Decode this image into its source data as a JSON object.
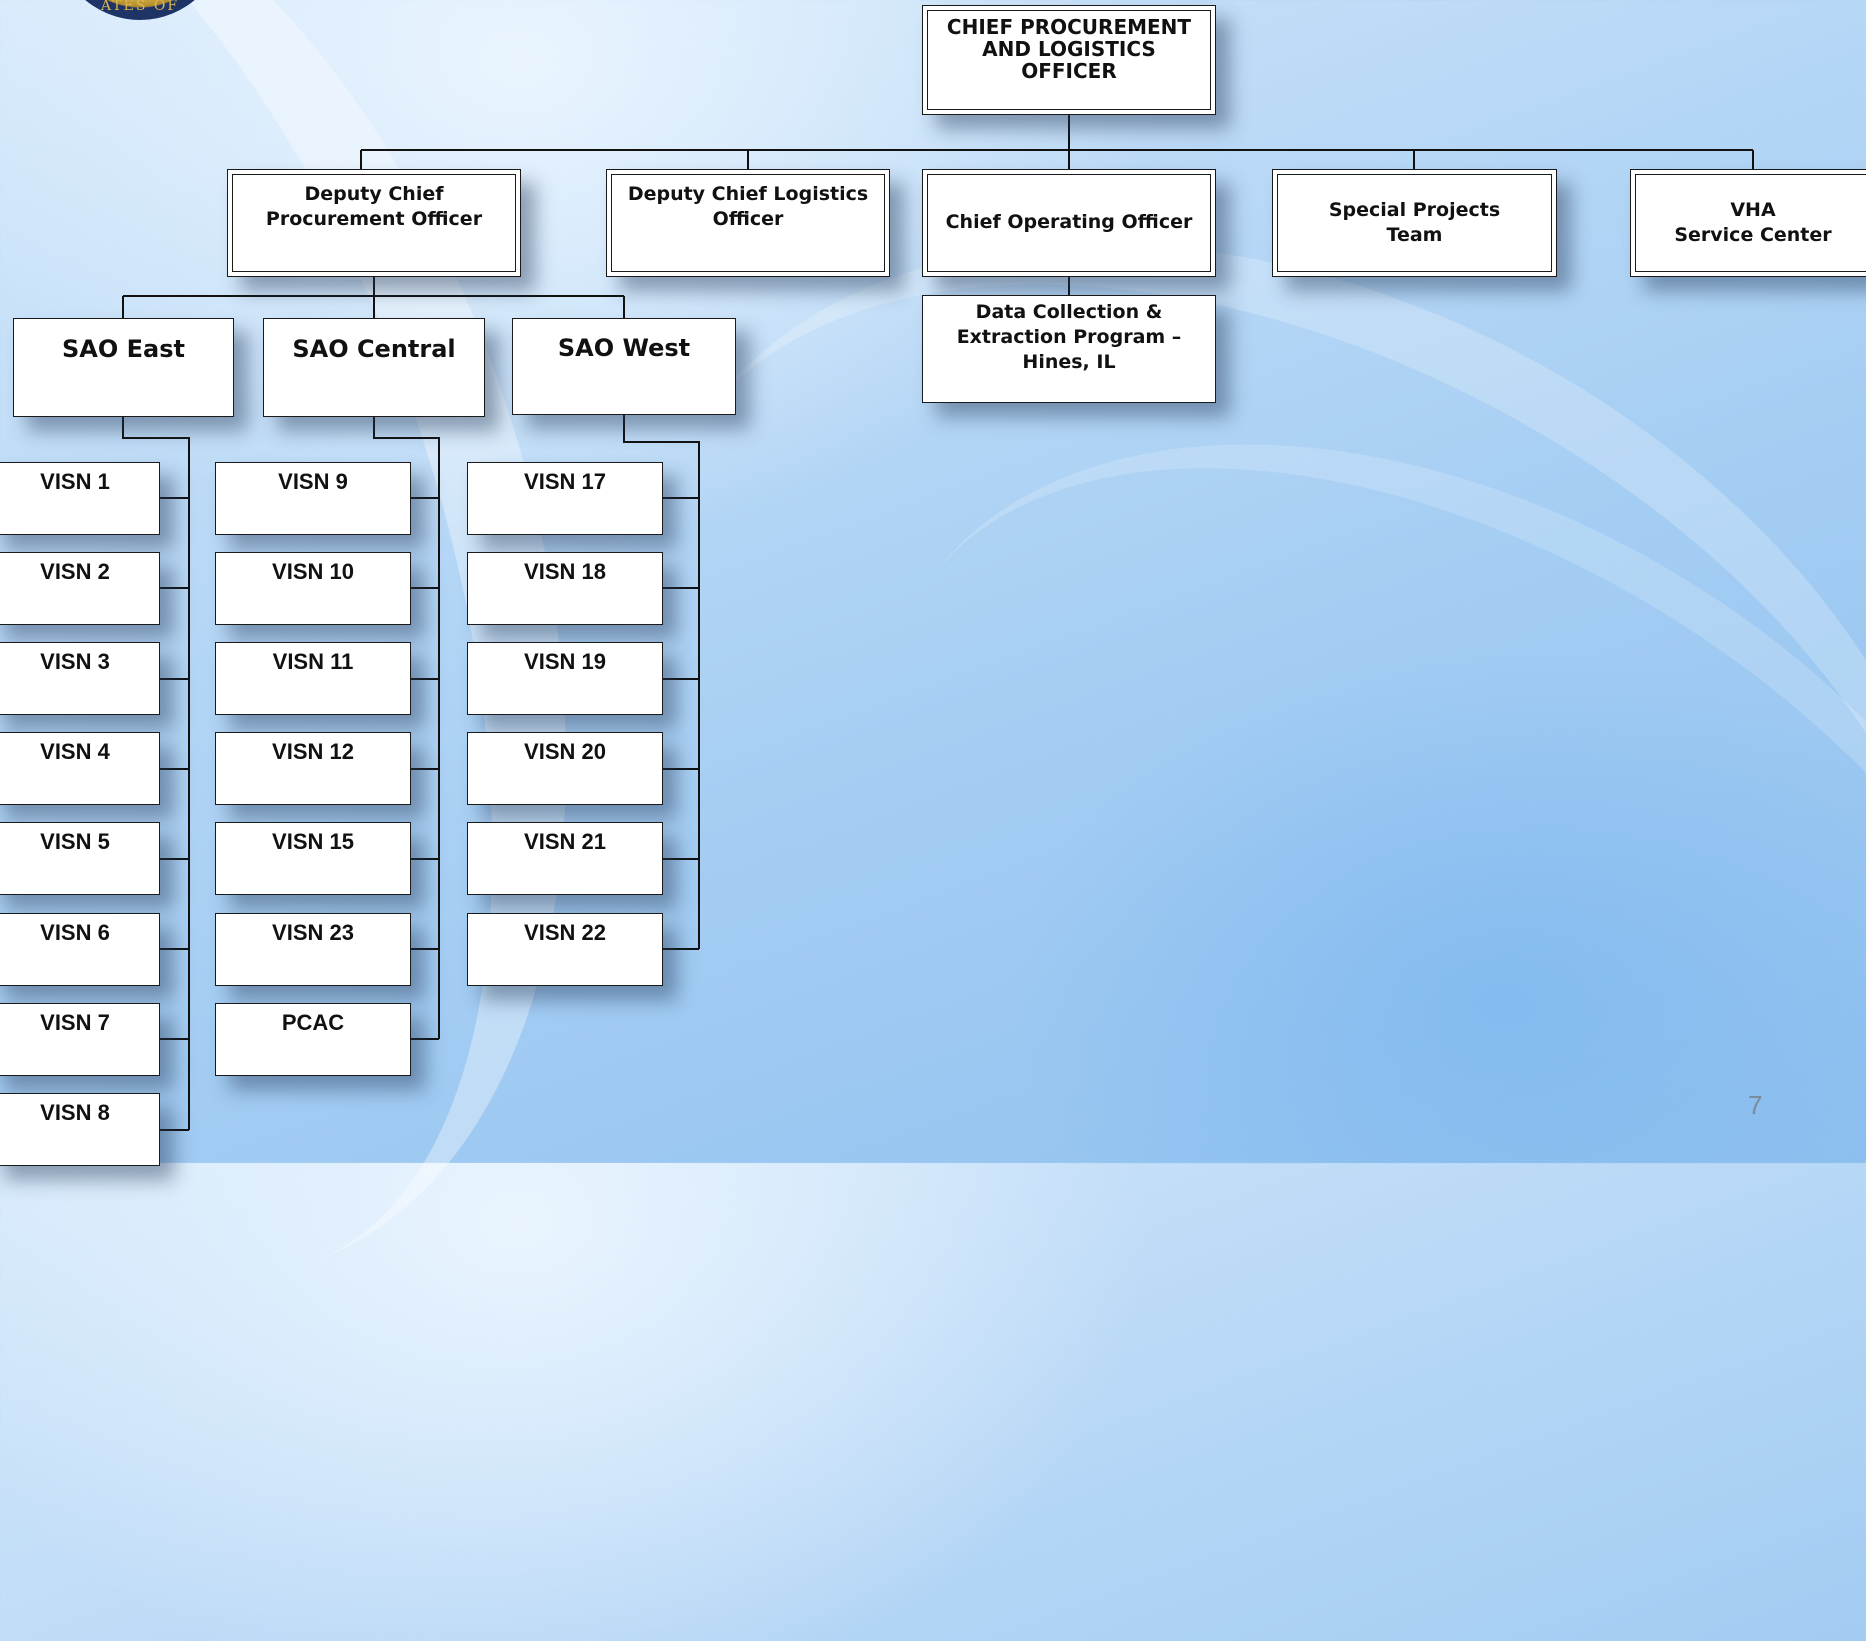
{
  "org_chart": {
    "top": "CHIEF PROCUREMENT\nAND LOGISTICS\nOFFICER",
    "level2": [
      "Deputy Chief\nProcurement Officer",
      "Deputy Chief Logistics\nOfficer",
      "Chief Operating Officer",
      "Special Projects\nTeam",
      "VHA\nService Center"
    ],
    "data_collection": "Data Collection &\nExtraction Program –\nHines, IL",
    "sao": [
      "SAO East",
      "SAO Central",
      "SAO West"
    ],
    "east": [
      "VISN 1",
      "VISN 2",
      "VISN 3",
      "VISN 4",
      "VISN 5",
      "VISN 6",
      "VISN 7",
      "VISN 8"
    ],
    "central": [
      "VISN 9",
      "VISN 10",
      "VISN 11",
      "VISN 12",
      "VISN 15",
      "VISN 23",
      "PCAC"
    ],
    "west": [
      "VISN 17",
      "VISN 18",
      "VISN 19",
      "VISN 20",
      "VISN 21",
      "VISN 22"
    ]
  },
  "seal_text": "ATES OF",
  "page_number": "7"
}
